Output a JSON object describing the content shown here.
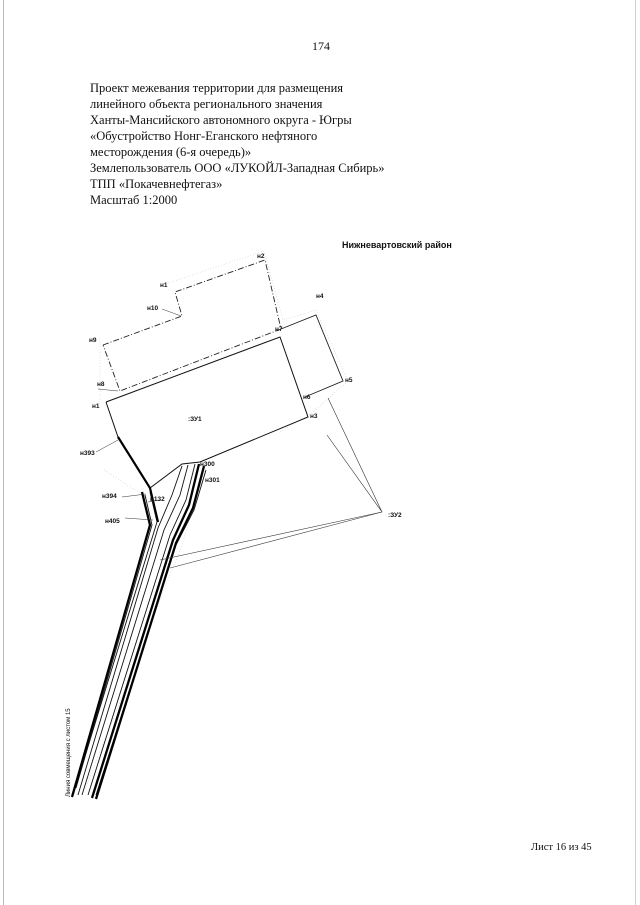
{
  "page_number": "174",
  "title_lines": [
    "Проект межевания территории для размещения",
    "линейного объекта регионального значения",
    "Ханты-Мансийского автономного округа - Югры",
    "«Обустройство Нонг-Еганского нефтяного",
    "месторождения (6-я очередь)»",
    "Землепользователь ООО «ЛУКОЙЛ-Западная Сибирь»",
    "ТПП «Покачевнефтегаз»",
    "Масштаб 1:2000"
  ],
  "district_label": "Нижневартовский район",
  "points": {
    "n1": "н1",
    "n2": "н2",
    "n4": "н4",
    "n5": "н5",
    "n6": "н6",
    "n7": "н7",
    "n8": "н8",
    "n9": "н9",
    "n10": "н10",
    "n1b": "н1",
    "n3": "н3",
    "n393": "н393",
    "n394": "н394",
    "n405": "н405",
    "n132": "н132",
    "n300": "н300",
    "n301": "н301"
  },
  "parcel_zu1": ":ЗУ1",
  "parcel_zu2": ":ЗУ2",
  "junction_line": "Линия совмещения с листом 15",
  "sheet_info": "Лист 16 из 45"
}
